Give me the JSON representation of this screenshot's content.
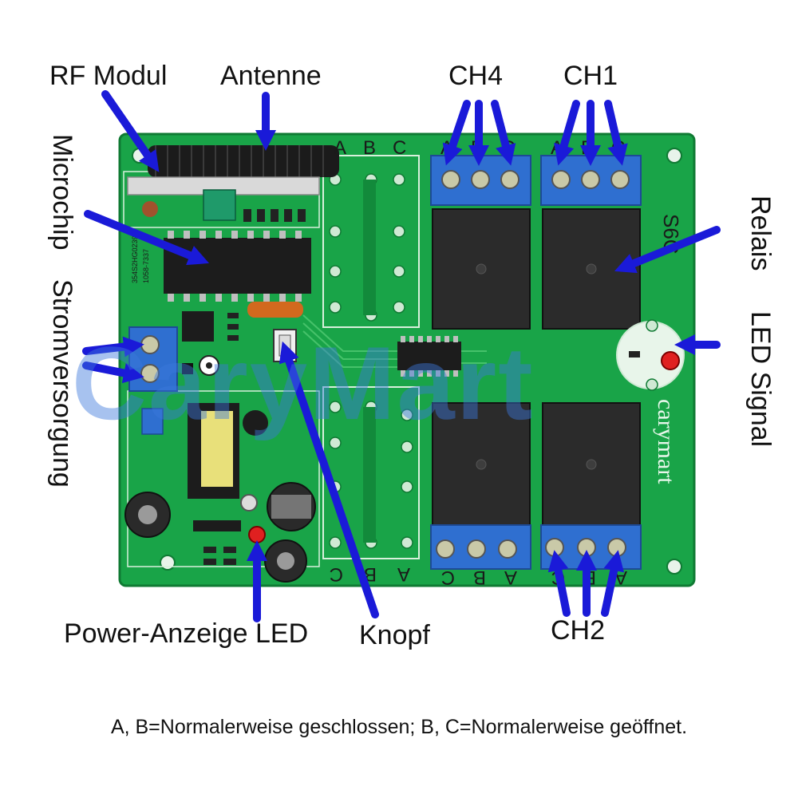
{
  "labels": {
    "rf_modul": "RF Modul",
    "antenne": "Antenne",
    "ch4": "CH4",
    "ch1": "CH1",
    "microchip": "Microchip",
    "stromversorgung": "Stromversorgung",
    "relais": "Relais",
    "led_signal": "LED Signal",
    "power_led": "Power-Anzeige LED",
    "knopf": "Knopf",
    "ch2": "CH2"
  },
  "terminal_letters": {
    "top_left": [
      "A",
      "B",
      "C"
    ],
    "ch4": [
      "A",
      "B",
      "C"
    ],
    "ch1": [
      "A",
      "B",
      "C"
    ],
    "bottom_left": [
      "C",
      "B",
      "A"
    ],
    "bottom_mid": [
      "C",
      "B",
      "A"
    ],
    "ch2": [
      "C",
      "B",
      "A"
    ]
  },
  "board_marks": {
    "model": "S6C",
    "brand": "carymart",
    "chip_line1": "354S2HG0239",
    "chip_line2": "1058-7337"
  },
  "watermark": "CaryMart",
  "caption": "A, B=Normalerweise geschlossen; B, C=Normalerweise geöffnet.",
  "colors": {
    "board": "#19a448",
    "arrow": "#1a1ad8",
    "relay": "#2b2b2b",
    "terminal": "#2f6fd0",
    "watermark": "#3c78dc"
  }
}
